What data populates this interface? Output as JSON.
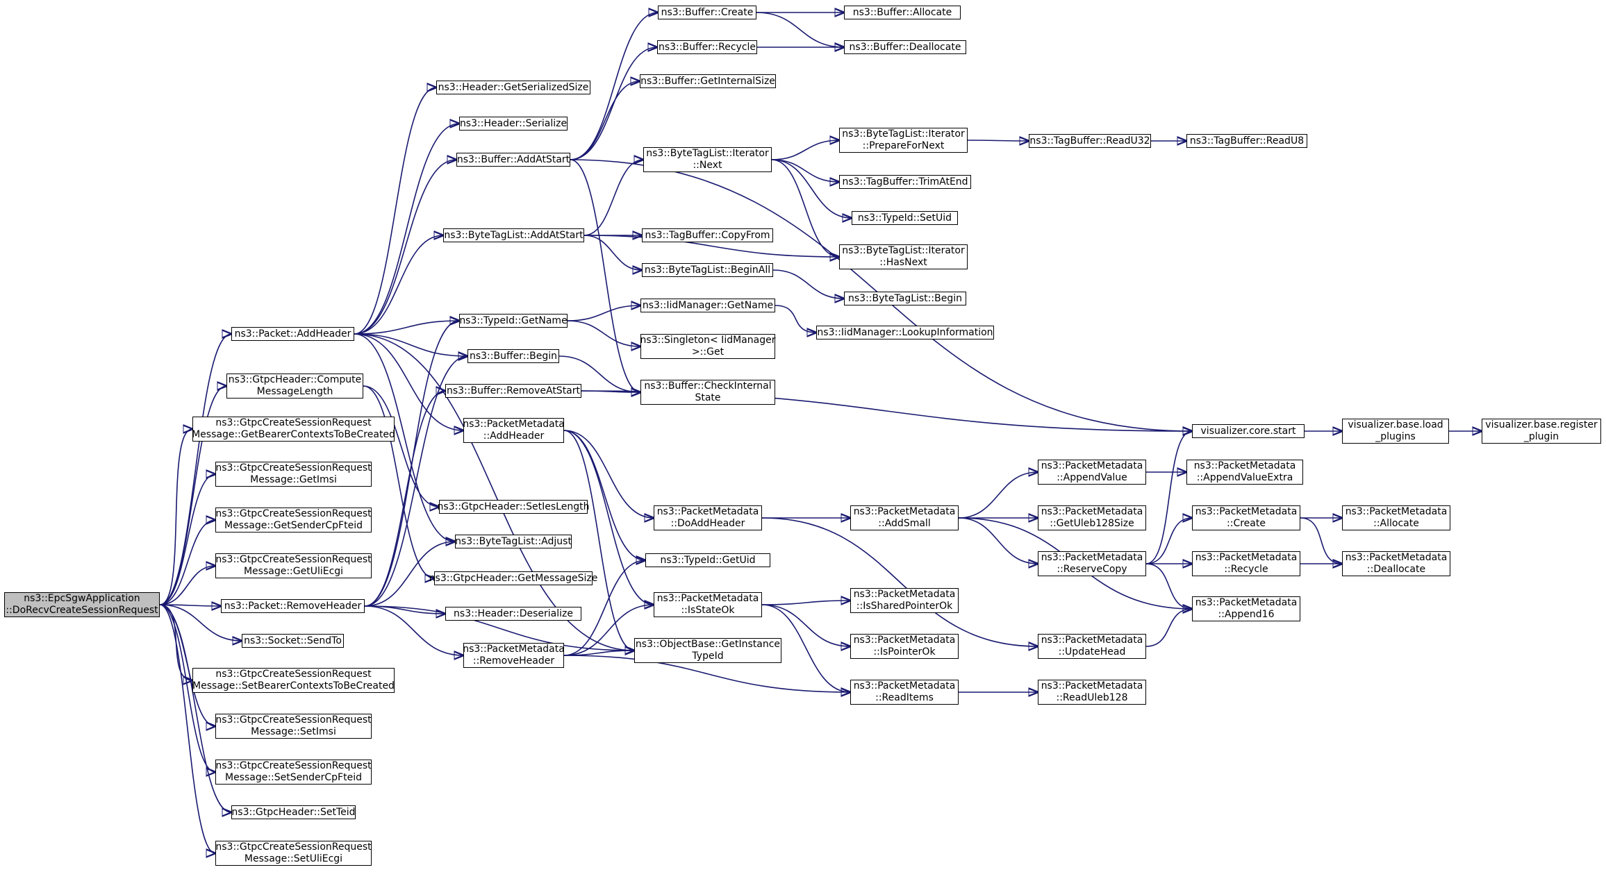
{
  "nodes": [
    {
      "id": "root",
      "lines": [
        "ns3::EpcSgwApplication",
        "::DoRecvCreateSessionRequest"
      ]
    },
    {
      "id": "addheader",
      "lines": [
        "ns3::Packet::AddHeader"
      ]
    },
    {
      "id": "compute",
      "lines": [
        "ns3::GtpcHeader::Compute",
        "MessageLength"
      ]
    },
    {
      "id": "getbearer",
      "lines": [
        "ns3::GtpcCreateSessionRequest",
        "Message::GetBearerContextsToBeCreated"
      ]
    },
    {
      "id": "getimsi",
      "lines": [
        "ns3::GtpcCreateSessionRequest",
        "Message::GetImsi"
      ]
    },
    {
      "id": "getsender",
      "lines": [
        "ns3::GtpcCreateSessionRequest",
        "Message::GetSenderCpFteid"
      ]
    },
    {
      "id": "getuli",
      "lines": [
        "ns3::GtpcCreateSessionRequest",
        "Message::GetUliEcgi"
      ]
    },
    {
      "id": "removeheader",
      "lines": [
        "ns3::Packet::RemoveHeader"
      ]
    },
    {
      "id": "sendto",
      "lines": [
        "ns3::Socket::SendTo"
      ]
    },
    {
      "id": "setbearer",
      "lines": [
        "ns3::GtpcCreateSessionRequest",
        "Message::SetBearerContextsToBeCreated"
      ]
    },
    {
      "id": "setimsi",
      "lines": [
        "ns3::GtpcCreateSessionRequest",
        "Message::SetImsi"
      ]
    },
    {
      "id": "setsender",
      "lines": [
        "ns3::GtpcCreateSessionRequest",
        "Message::SetSenderCpFteid"
      ]
    },
    {
      "id": "setteid",
      "lines": [
        "ns3::GtpcHeader::SetTeid"
      ]
    },
    {
      "id": "setuli",
      "lines": [
        "ns3::GtpcCreateSessionRequest",
        "Message::SetUliEcgi"
      ]
    },
    {
      "id": "getserialized",
      "lines": [
        "ns3::Header::GetSerializedSize"
      ]
    },
    {
      "id": "serialize",
      "lines": [
        "ns3::Header::Serialize"
      ]
    },
    {
      "id": "bufaddatstart",
      "lines": [
        "ns3::Buffer::AddAtStart"
      ]
    },
    {
      "id": "btladdatstart",
      "lines": [
        "ns3::ByteTagList::AddAtStart"
      ]
    },
    {
      "id": "typeidgetname",
      "lines": [
        "ns3::TypeId::GetName"
      ]
    },
    {
      "id": "bufbegin",
      "lines": [
        "ns3::Buffer::Begin"
      ]
    },
    {
      "id": "bufremoveatstart",
      "lines": [
        "ns3::Buffer::RemoveAtStart"
      ]
    },
    {
      "id": "pmaddheader",
      "lines": [
        "ns3::PacketMetadata",
        "::AddHeader"
      ]
    },
    {
      "id": "setieslength",
      "lines": [
        "ns3::GtpcHeader::SetIesLength"
      ]
    },
    {
      "id": "btladjust",
      "lines": [
        "ns3::ByteTagList::Adjust"
      ]
    },
    {
      "id": "getmessagesize",
      "lines": [
        "ns3::GtpcHeader::GetMessageSize"
      ]
    },
    {
      "id": "hdrdeserialize",
      "lines": [
        "ns3::Header::Deserialize"
      ]
    },
    {
      "id": "pmremoveheader",
      "lines": [
        "ns3::PacketMetadata",
        "::RemoveHeader"
      ]
    },
    {
      "id": "bufcreate",
      "lines": [
        "ns3::Buffer::Create"
      ]
    },
    {
      "id": "bufrecycle",
      "lines": [
        "ns3::Buffer::Recycle"
      ]
    },
    {
      "id": "bufgetinternal",
      "lines": [
        "ns3::Buffer::GetInternalSize"
      ]
    },
    {
      "id": "btliternext",
      "lines": [
        "ns3::ByteTagList::Iterator",
        "::Next"
      ]
    },
    {
      "id": "tbcopyfrom",
      "lines": [
        "ns3::TagBuffer::CopyFrom"
      ]
    },
    {
      "id": "btlbeginall",
      "lines": [
        "ns3::ByteTagList::BeginAll"
      ]
    },
    {
      "id": "iidgetname",
      "lines": [
        "ns3::IidManager::GetName"
      ]
    },
    {
      "id": "singleton",
      "lines": [
        "ns3::Singleton< IidManager",
        ">::Get"
      ]
    },
    {
      "id": "checkinternal",
      "lines": [
        "ns3::Buffer::CheckInternal",
        "State"
      ]
    },
    {
      "id": "pmdoaddheader",
      "lines": [
        "ns3::PacketMetadata",
        "::DoAddHeader"
      ]
    },
    {
      "id": "typeidgetuid",
      "lines": [
        "ns3::TypeId::GetUid"
      ]
    },
    {
      "id": "pmisstateok",
      "lines": [
        "ns3::PacketMetadata",
        "::IsStateOk"
      ]
    },
    {
      "id": "getinstancetypeid",
      "lines": [
        "ns3::ObjectBase::GetInstance",
        "TypeId"
      ]
    },
    {
      "id": "bufallocate",
      "lines": [
        "ns3::Buffer::Allocate"
      ]
    },
    {
      "id": "bufdeallocate",
      "lines": [
        "ns3::Buffer::Deallocate"
      ]
    },
    {
      "id": "itpreparefornext",
      "lines": [
        "ns3::ByteTagList::Iterator",
        "::PrepareForNext"
      ]
    },
    {
      "id": "tbtrimatend",
      "lines": [
        "ns3::TagBuffer::TrimAtEnd"
      ]
    },
    {
      "id": "typeidsetuid",
      "lines": [
        "ns3::TypeId::SetUid"
      ]
    },
    {
      "id": "ithasnext",
      "lines": [
        "ns3::ByteTagList::Iterator",
        "::HasNext"
      ]
    },
    {
      "id": "btlbegin",
      "lines": [
        "ns3::ByteTagList::Begin"
      ]
    },
    {
      "id": "iidlookup",
      "lines": [
        "ns3::IidManager::LookupInformation"
      ]
    },
    {
      "id": "pmaddsmall",
      "lines": [
        "ns3::PacketMetadata",
        "::AddSmall"
      ]
    },
    {
      "id": "pmissharedptr",
      "lines": [
        "ns3::PacketMetadata",
        "::IsSharedPointerOk"
      ]
    },
    {
      "id": "pmisptr",
      "lines": [
        "ns3::PacketMetadata",
        "::IsPointerOk"
      ]
    },
    {
      "id": "pmreaditems",
      "lines": [
        "ns3::PacketMetadata",
        "::ReadItems"
      ]
    },
    {
      "id": "tbreadu32",
      "lines": [
        "ns3::TagBuffer::ReadU32"
      ]
    },
    {
      "id": "tbreadu8",
      "lines": [
        "ns3::TagBuffer::ReadU8"
      ]
    },
    {
      "id": "vizcorestart",
      "lines": [
        "visualizer.core.start"
      ]
    },
    {
      "id": "pmappendvalue",
      "lines": [
        "ns3::PacketMetadata",
        "::AppendValue"
      ]
    },
    {
      "id": "pmgetuleb",
      "lines": [
        "ns3::PacketMetadata",
        "::GetUleb128Size"
      ]
    },
    {
      "id": "pmreservecopy",
      "lines": [
        "ns3::PacketMetadata",
        "::ReserveCopy"
      ]
    },
    {
      "id": "pmupdatehead",
      "lines": [
        "ns3::PacketMetadata",
        "::UpdateHead"
      ]
    },
    {
      "id": "pmreaduleb",
      "lines": [
        "ns3::PacketMetadata",
        "::ReadUleb128"
      ]
    },
    {
      "id": "vizloadplugins",
      "lines": [
        "visualizer.base.load",
        "_plugins"
      ]
    },
    {
      "id": "pmappendvalueextra",
      "lines": [
        "ns3::PacketMetadata",
        "::AppendValueExtra"
      ]
    },
    {
      "id": "pmcreate",
      "lines": [
        "ns3::PacketMetadata",
        "::Create"
      ]
    },
    {
      "id": "pmrecycle",
      "lines": [
        "ns3::PacketMetadata",
        "::Recycle"
      ]
    },
    {
      "id": "pmappend16",
      "lines": [
        "ns3::PacketMetadata",
        "::Append16"
      ]
    },
    {
      "id": "vizregister",
      "lines": [
        "visualizer.base.register",
        "_plugin"
      ]
    },
    {
      "id": "pmallocate",
      "lines": [
        "ns3::PacketMetadata",
        "::Allocate"
      ]
    },
    {
      "id": "pmdeallocate",
      "lines": [
        "ns3::PacketMetadata",
        "::Deallocate"
      ]
    }
  ],
  "edges": [
    [
      "root",
      "addheader"
    ],
    [
      "root",
      "compute"
    ],
    [
      "root",
      "getbearer"
    ],
    [
      "root",
      "getimsi"
    ],
    [
      "root",
      "getsender"
    ],
    [
      "root",
      "getuli"
    ],
    [
      "root",
      "removeheader"
    ],
    [
      "root",
      "sendto"
    ],
    [
      "root",
      "setbearer"
    ],
    [
      "root",
      "setimsi"
    ],
    [
      "root",
      "setsender"
    ],
    [
      "root",
      "setteid"
    ],
    [
      "root",
      "setuli"
    ],
    [
      "addheader",
      "getserialized"
    ],
    [
      "addheader",
      "serialize"
    ],
    [
      "addheader",
      "bufaddatstart"
    ],
    [
      "addheader",
      "btladdatstart"
    ],
    [
      "addheader",
      "typeidgetname"
    ],
    [
      "addheader",
      "bufbegin"
    ],
    [
      "addheader",
      "pmaddheader"
    ],
    [
      "addheader",
      "btladjust"
    ],
    [
      "addheader",
      "getinstancetypeid"
    ],
    [
      "compute",
      "setieslength"
    ],
    [
      "compute",
      "getmessagesize"
    ],
    [
      "removeheader",
      "typeidgetname"
    ],
    [
      "removeheader",
      "bufbegin"
    ],
    [
      "removeheader",
      "bufremoveatstart"
    ],
    [
      "removeheader",
      "btladjust"
    ],
    [
      "removeheader",
      "hdrdeserialize"
    ],
    [
      "removeheader",
      "pmremoveheader"
    ],
    [
      "removeheader",
      "getinstancetypeid"
    ],
    [
      "bufaddatstart",
      "bufcreate"
    ],
    [
      "bufaddatstart",
      "bufrecycle"
    ],
    [
      "bufaddatstart",
      "bufgetinternal"
    ],
    [
      "bufaddatstart",
      "checkinternal"
    ],
    [
      "bufaddatstart",
      "vizcorestart"
    ],
    [
      "btladdatstart",
      "btliternext"
    ],
    [
      "btladdatstart",
      "tbcopyfrom"
    ],
    [
      "btladdatstart",
      "btlbeginall"
    ],
    [
      "btladdatstart",
      "ithasnext"
    ],
    [
      "typeidgetname",
      "iidgetname"
    ],
    [
      "typeidgetname",
      "singleton"
    ],
    [
      "bufbegin",
      "checkinternal"
    ],
    [
      "bufremoveatstart",
      "checkinternal"
    ],
    [
      "bufremoveatstart",
      "vizcorestart"
    ],
    [
      "pmaddheader",
      "pmdoaddheader"
    ],
    [
      "pmaddheader",
      "typeidgetuid"
    ],
    [
      "pmaddheader",
      "pmisstateok"
    ],
    [
      "pmaddheader",
      "getinstancetypeid"
    ],
    [
      "pmremoveheader",
      "typeidgetuid"
    ],
    [
      "pmremoveheader",
      "pmisstateok"
    ],
    [
      "pmremoveheader",
      "getinstancetypeid"
    ],
    [
      "pmremoveheader",
      "pmreaditems"
    ],
    [
      "bufcreate",
      "bufallocate"
    ],
    [
      "bufcreate",
      "bufdeallocate"
    ],
    [
      "bufrecycle",
      "bufdeallocate"
    ],
    [
      "btliternext",
      "itpreparefornext"
    ],
    [
      "btliternext",
      "tbtrimatend"
    ],
    [
      "btliternext",
      "typeidsetuid"
    ],
    [
      "btliternext",
      "ithasnext"
    ],
    [
      "btlbeginall",
      "btlbegin"
    ],
    [
      "iidgetname",
      "iidlookup"
    ],
    [
      "pmdoaddheader",
      "pmaddsmall"
    ],
    [
      "pmdoaddheader",
      "pmupdatehead"
    ],
    [
      "pmisstateok",
      "pmissharedptr"
    ],
    [
      "pmisstateok",
      "pmisptr"
    ],
    [
      "pmisstateok",
      "pmreaditems"
    ],
    [
      "itpreparefornext",
      "tbreadu32"
    ],
    [
      "tbreadu32",
      "tbreadu8"
    ],
    [
      "pmaddsmall",
      "pmappendvalue"
    ],
    [
      "pmaddsmall",
      "pmgetuleb"
    ],
    [
      "pmaddsmall",
      "pmreservecopy"
    ],
    [
      "pmaddsmall",
      "pmappend16"
    ],
    [
      "pmreaditems",
      "pmreaduleb"
    ],
    [
      "pmappendvalue",
      "pmappendvalueextra"
    ],
    [
      "pmreservecopy",
      "vizcorestart"
    ],
    [
      "pmreservecopy",
      "pmcreate"
    ],
    [
      "pmreservecopy",
      "pmrecycle"
    ],
    [
      "pmreservecopy",
      "pmappend16"
    ],
    [
      "pmupdatehead",
      "pmappend16"
    ],
    [
      "vizcorestart",
      "vizloadplugins"
    ],
    [
      "vizloadplugins",
      "vizregister"
    ],
    [
      "pmcreate",
      "pmallocate"
    ],
    [
      "pmcreate",
      "pmdeallocate"
    ],
    [
      "pmrecycle",
      "pmdeallocate"
    ]
  ],
  "colors": {
    "edge": "#191970",
    "root_fill": "#bfbfbf",
    "node_fill": "#ffffff",
    "border": "#000000"
  }
}
